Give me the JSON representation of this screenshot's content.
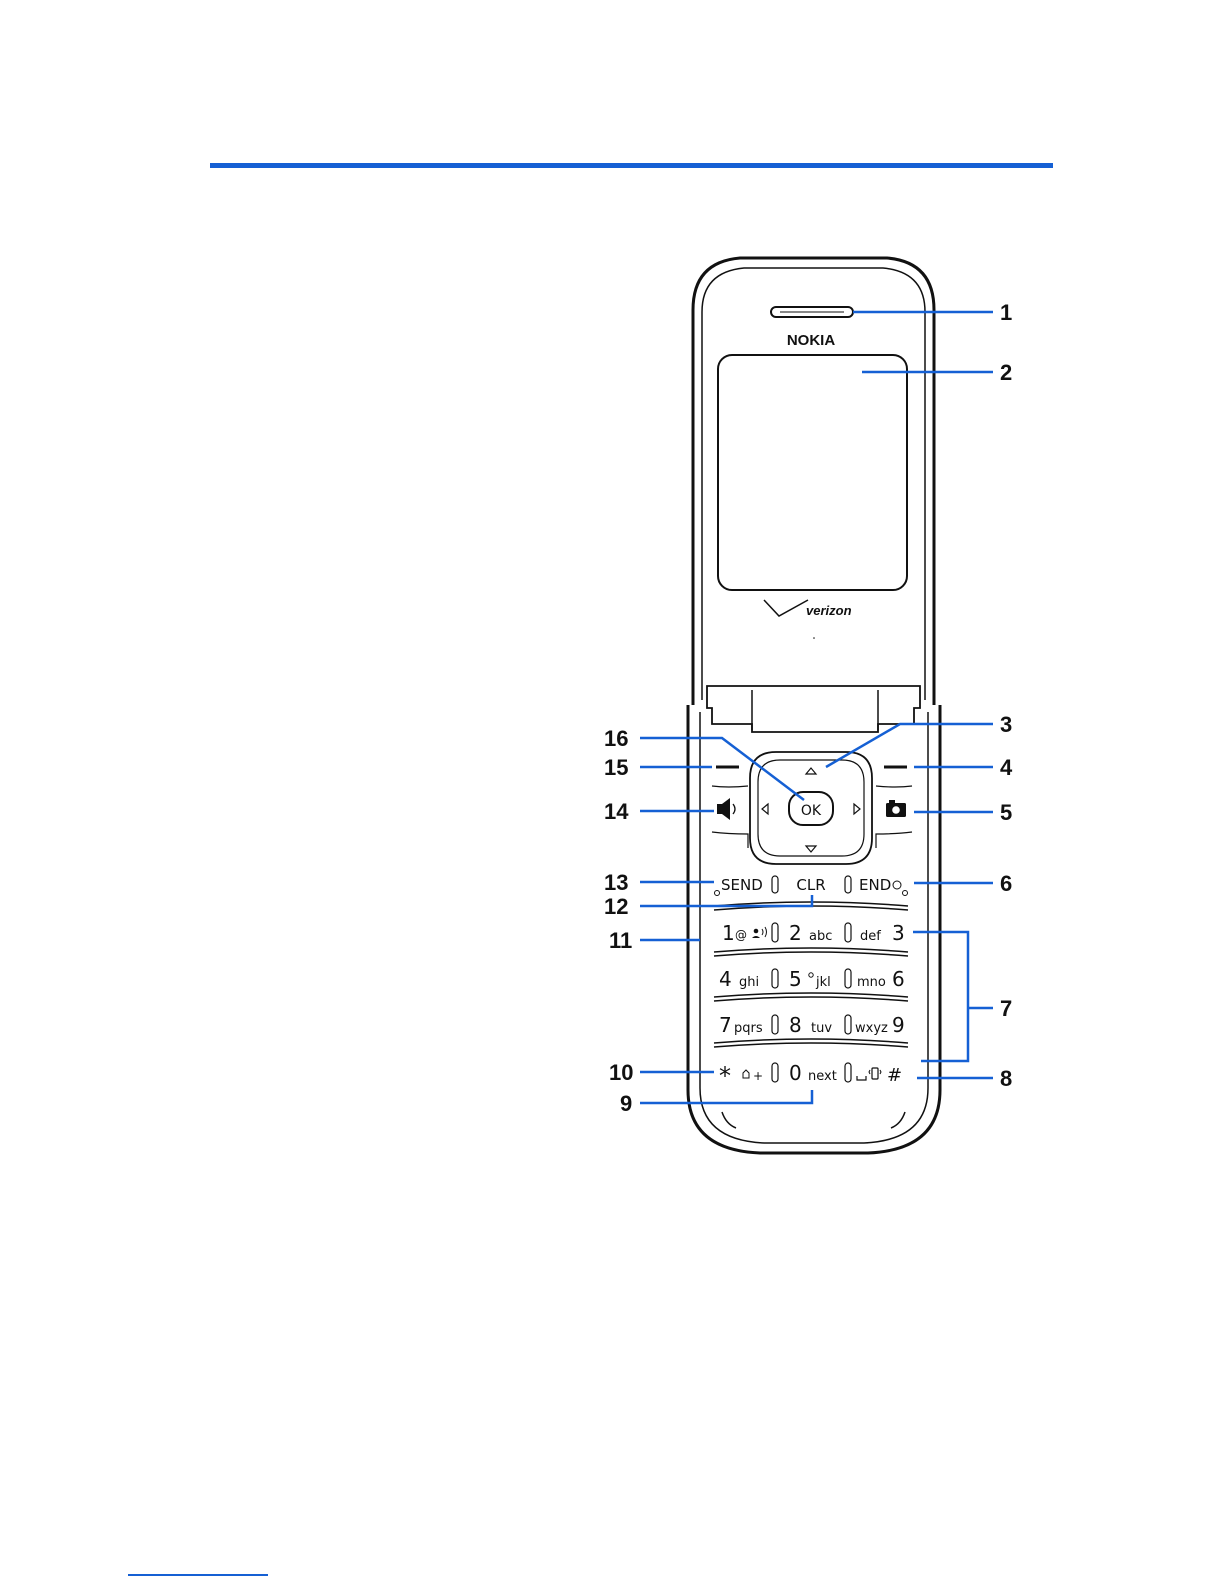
{
  "header": {
    "accent_color": "#1560d4"
  },
  "phone": {
    "brand": "NOKIA",
    "carrier": "verizon",
    "keys": {
      "ok": "OK",
      "send": "SEND",
      "clr": "CLR",
      "end": "END",
      "k1_num": "1",
      "k1_sub": "@",
      "k2_num": "2",
      "k2_sub": "abc",
      "k3_num": "3",
      "k3_sub": "def",
      "k4_num": "4",
      "k4_sub": "ghi",
      "k5_num": "5",
      "k5_sub": "jkl",
      "k6_num": "6",
      "k6_sub": "mno",
      "k7_num": "7",
      "k7_sub": "pqrs",
      "k8_num": "8",
      "k8_sub": "tuv",
      "k9_num": "9",
      "k9_sub": "wxyz",
      "kstar": "*",
      "kstar_sub": "+",
      "k0_num": "0",
      "k0_sub": "next",
      "khash": "#"
    }
  },
  "callouts": {
    "c1": "1",
    "c2": "2",
    "c3": "3",
    "c4": "4",
    "c5": "5",
    "c6": "6",
    "c7": "7",
    "c8": "8",
    "c9": "9",
    "c10": "10",
    "c11": "11",
    "c12": "12",
    "c13": "13",
    "c14": "14",
    "c15": "15",
    "c16": "16"
  },
  "icons": {
    "volume_key": "speaker-icon",
    "camera_key": "camera-icon",
    "nav_up": "triangle-up-icon",
    "nav_down": "triangle-down-icon",
    "nav_left": "triangle-left-icon",
    "nav_right": "triangle-right-icon"
  }
}
